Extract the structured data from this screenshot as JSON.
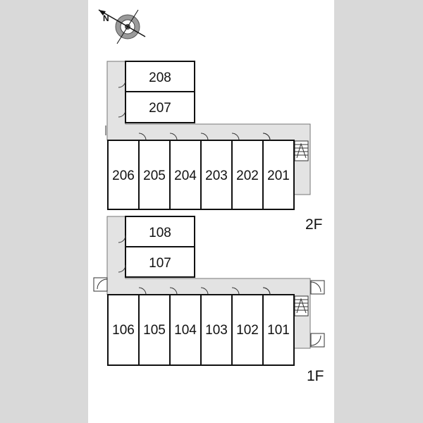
{
  "compass": {
    "north_letter": "N",
    "icon": "compass-rose-icon"
  },
  "floors": [
    {
      "label": "2F",
      "upper_units": [
        "208",
        "207"
      ],
      "row_units": [
        "206",
        "205",
        "204",
        "203",
        "202",
        "201"
      ]
    },
    {
      "label": "1F",
      "upper_units": [
        "108",
        "107"
      ],
      "row_units": [
        "106",
        "105",
        "104",
        "103",
        "102",
        "101"
      ]
    }
  ],
  "colors": {
    "background": "#d9d9d9",
    "sheet": "#ffffff",
    "corridor": "#e3e3e3",
    "wall": "#111111"
  }
}
